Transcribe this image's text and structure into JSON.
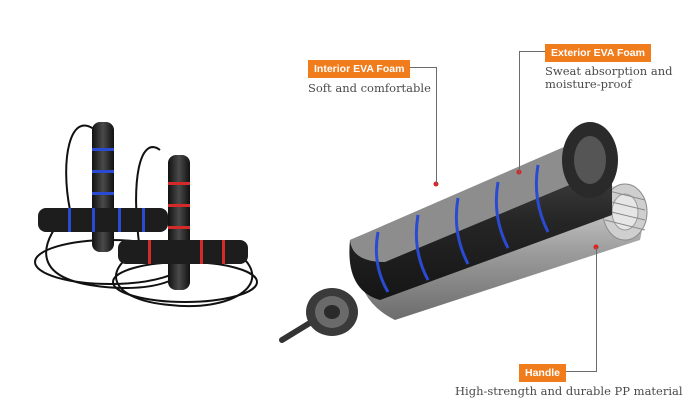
{
  "callouts": {
    "interior": {
      "label": "Interior EVA Foam",
      "desc": "Soft and comfortable"
    },
    "exterior": {
      "label": "Exterior EVA Foam",
      "desc_line1": "Sweat absorption and",
      "desc_line2": "moisture-proof"
    },
    "handle": {
      "label": "Handle",
      "desc": "High-strength and durable PP material"
    }
  },
  "colors": {
    "accent": "#f07c1c",
    "foam_dark": "#2a2a2a",
    "stripe_blue": "#2a4bd1",
    "stripe_red": "#d42a2a",
    "tube_gray": "#b5b5b5"
  }
}
